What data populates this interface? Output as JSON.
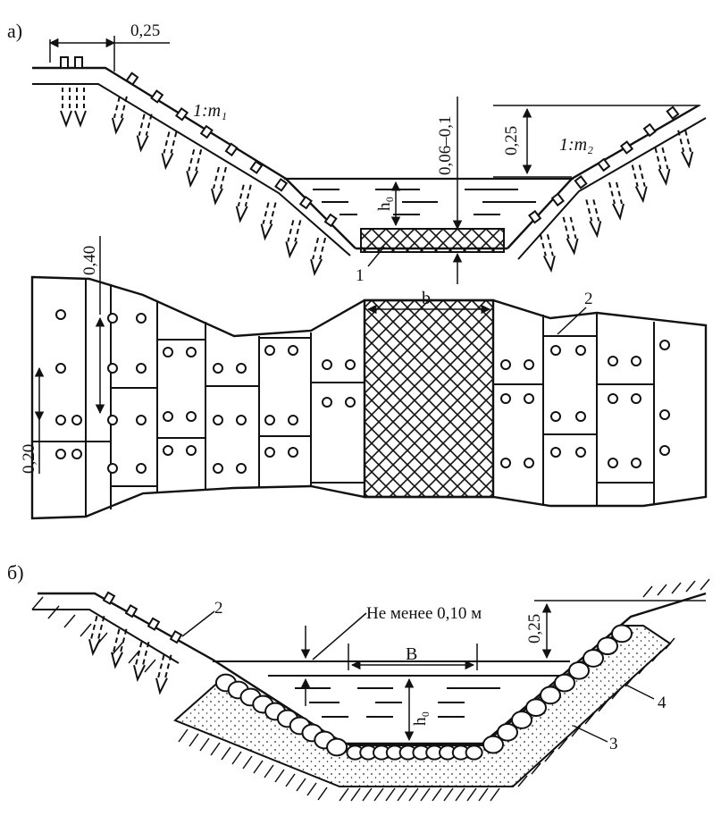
{
  "diagram": {
    "part_a": {
      "label": "а)",
      "dim_top_left": "0,25",
      "slope_left": "1:m₁",
      "slope_right": "1:m₂",
      "dim_right_top": "0,25",
      "dim_center_vertical": "0,06–0,1",
      "depth_label": "h₀",
      "callout_1": "1",
      "plan_dim_040": "0,40",
      "plan_dim_020": "0,20",
      "plan_width_label": "b",
      "callout_2": "2"
    },
    "part_b": {
      "label": "б)",
      "callout_2": "2",
      "freeboard_note": "Не менее 0,10 м",
      "width_label": "B",
      "depth_label": "h₀",
      "dim_right_top": "0,25",
      "callout_4": "4",
      "callout_3": "3"
    }
  }
}
